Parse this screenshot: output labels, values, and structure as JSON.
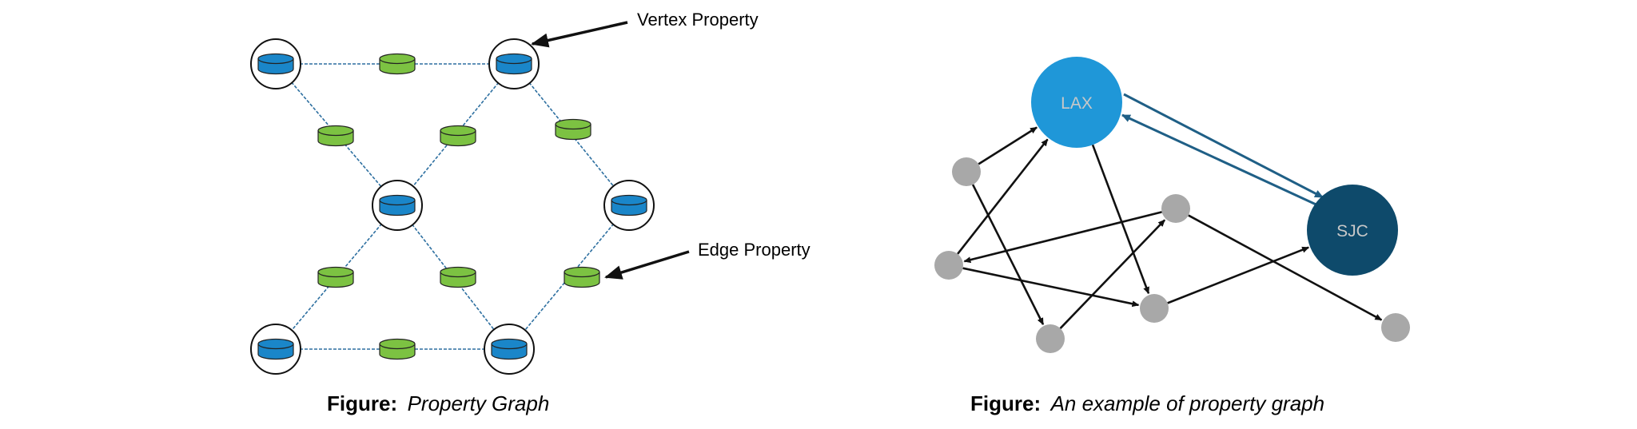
{
  "left_figure": {
    "callouts": {
      "vertex": "Vertex Property",
      "edge": "Edge Property"
    },
    "caption": {
      "prefix": "Figure:",
      "title": "Property Graph"
    },
    "colors": {
      "vertex": "#1a86c9",
      "edge": "#7cc242",
      "line": "#2d6fa0",
      "ring": "#111111"
    }
  },
  "right_figure": {
    "nodes": {
      "lax": "LAX",
      "sjc": "SJC"
    },
    "caption": {
      "prefix": "Figure:",
      "title": "An example of property graph"
    },
    "colors": {
      "lax": "#1f97d8",
      "sjc": "#0e4a6b",
      "gray": "#a8a8a8",
      "label": "#c8c8c8",
      "arrow": "#111111",
      "link": "#1f5f86"
    }
  }
}
